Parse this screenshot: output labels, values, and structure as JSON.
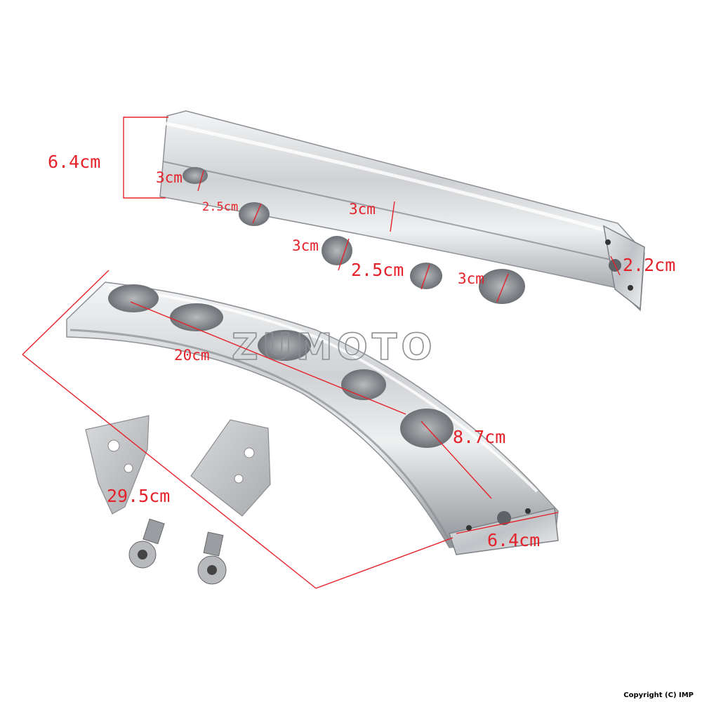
{
  "dimensions": {
    "top_height": "6.4cm",
    "top_hole_1": "3cm",
    "top_hole_2": "2.5cm",
    "top_width": "3cm",
    "top_hole_3": "3cm",
    "top_hole_4": "2.5cm",
    "top_hole_5": "3cm",
    "end_hole": "2.2cm",
    "length_inner": "20cm",
    "end_length": "8.7cm",
    "length_outer": "29.5cm",
    "bottom_width": "6.4cm"
  },
  "watermark": "ZUMOTO",
  "copyright": "Copyright (C) IMP",
  "colors": {
    "annotation": "#e5222a",
    "chrome": "#c9cbce",
    "background": "#ffffff"
  }
}
